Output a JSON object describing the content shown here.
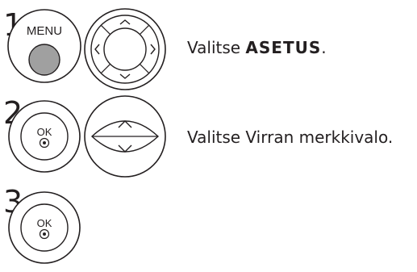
{
  "steps": [
    {
      "number": "1",
      "buttons": [
        {
          "icon": "menu-button",
          "label": "MENU"
        },
        {
          "icon": "four-way-navigation-pad"
        }
      ],
      "instruction": {
        "prefix": "Valitse ",
        "highlight": "ASETUS",
        "suffix": "."
      }
    },
    {
      "number": "2",
      "buttons": [
        {
          "icon": "ok-button",
          "label": "OK"
        },
        {
          "icon": "up-down-navigation-pad"
        }
      ],
      "instruction": {
        "text": "Valitse Virran merkkivalo."
      }
    },
    {
      "number": "3",
      "buttons": [
        {
          "icon": "ok-button",
          "label": "OK"
        }
      ]
    }
  ],
  "colors": {
    "ink": "#231f20",
    "button_fill": "#a0a0a0",
    "button_bg": "#ffffff"
  }
}
